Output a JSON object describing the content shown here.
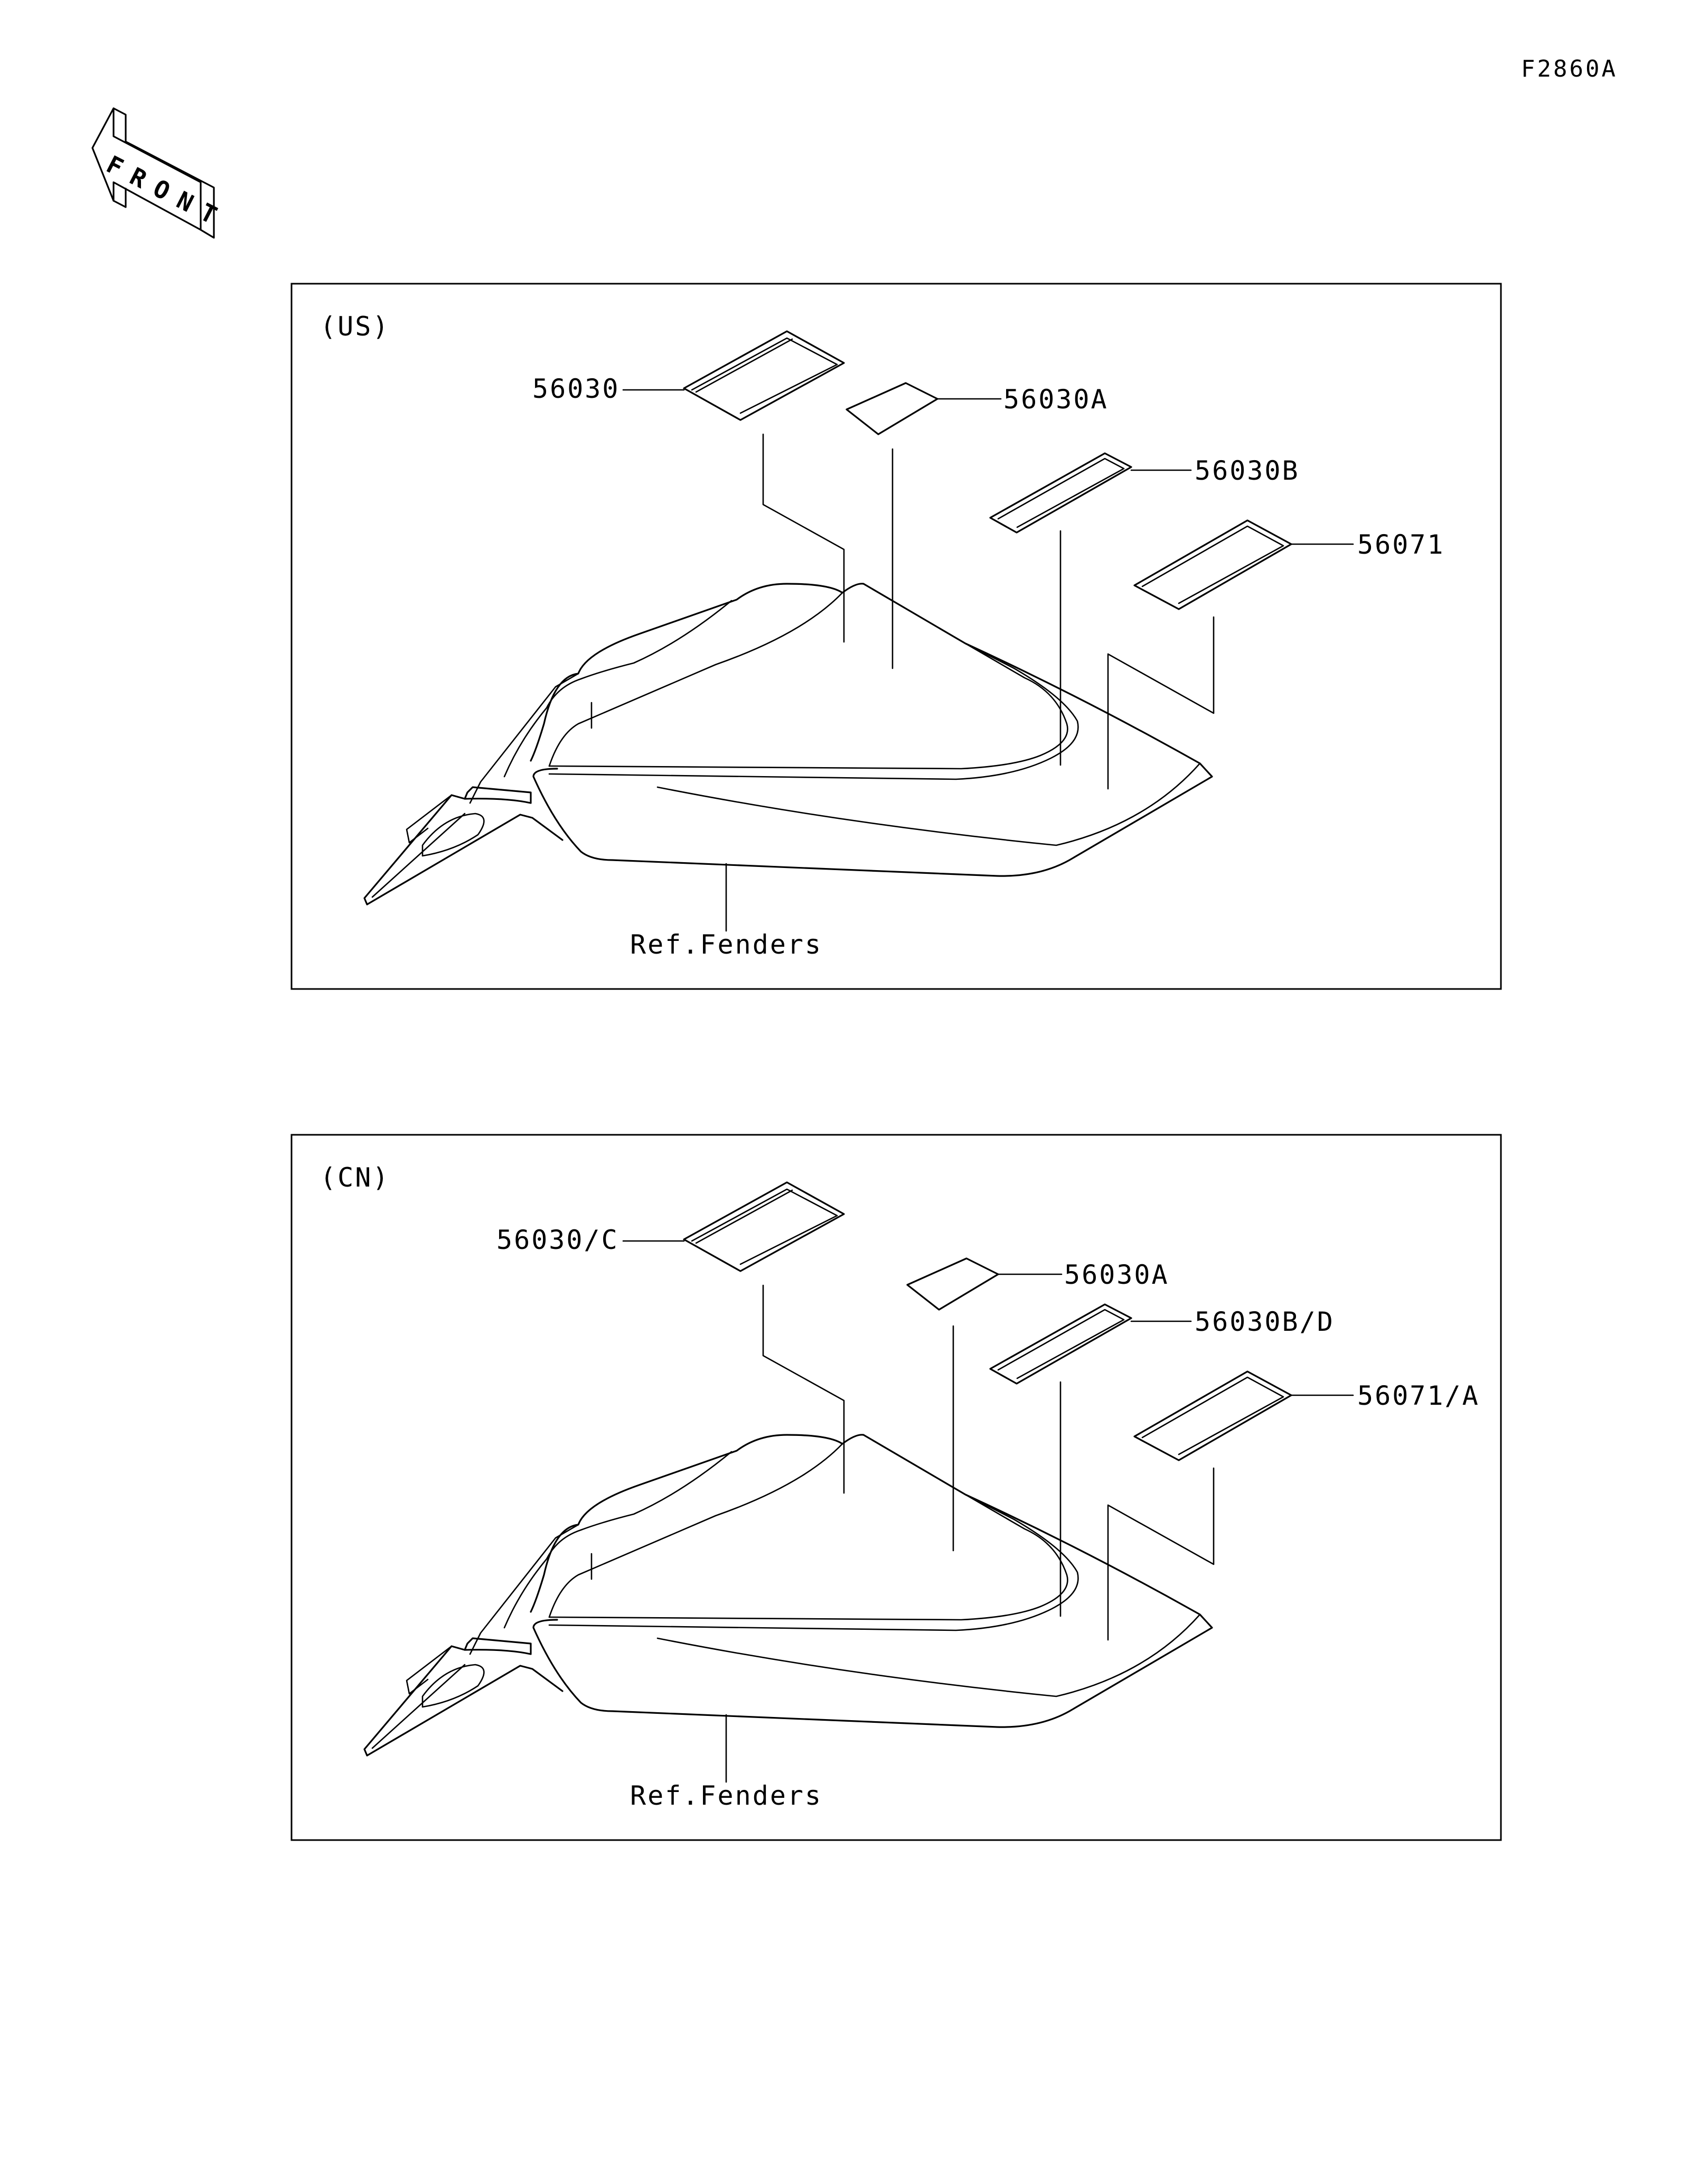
{
  "figure_code": "F2860A",
  "direction_label": "FRONT",
  "panels": [
    {
      "region": "(US)",
      "callouts": [
        {
          "part": "56030",
          "icon": "decal-sheet-icon"
        },
        {
          "part": "56030A",
          "icon": "small-label-icon"
        },
        {
          "part": "56030B",
          "icon": "decal-sheet-icon"
        },
        {
          "part": "56071",
          "icon": "decal-sheet-icon"
        }
      ],
      "reference": "Ref.Fenders"
    },
    {
      "region": "(CN)",
      "callouts": [
        {
          "part": "56030/C",
          "icon": "decal-sheet-icon"
        },
        {
          "part": "56030A",
          "icon": "small-label-icon"
        },
        {
          "part": "56030B/D",
          "icon": "decal-sheet-icon"
        },
        {
          "part": "56071/A",
          "icon": "decal-sheet-icon"
        }
      ],
      "reference": "Ref.Fenders"
    }
  ]
}
